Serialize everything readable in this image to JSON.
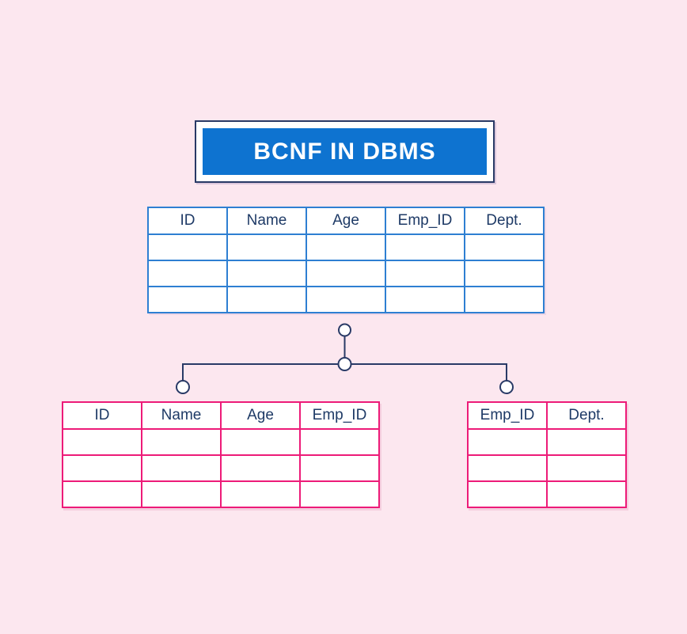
{
  "title": {
    "label": "BCNF IN DBMS"
  },
  "tables": {
    "main": {
      "headers": [
        "ID",
        "Name",
        "Age",
        "Emp_ID",
        "Dept."
      ],
      "empty_body_rows": 3
    },
    "left": {
      "headers": [
        "ID",
        "Name",
        "Age",
        "Emp_ID"
      ],
      "empty_body_rows": 3
    },
    "right": {
      "headers": [
        "Emp_ID",
        "Dept."
      ],
      "empty_body_rows": 3
    }
  },
  "colors": {
    "background": "#fce7ef",
    "navy": "#293a66",
    "title_fill": "#0e73d0",
    "title_text": "#ffffff",
    "blue_border": "#2e7fd2",
    "pink_border": "#ed1b78",
    "header_text": "#1e3a66",
    "cell_fill": "#ffffff"
  }
}
